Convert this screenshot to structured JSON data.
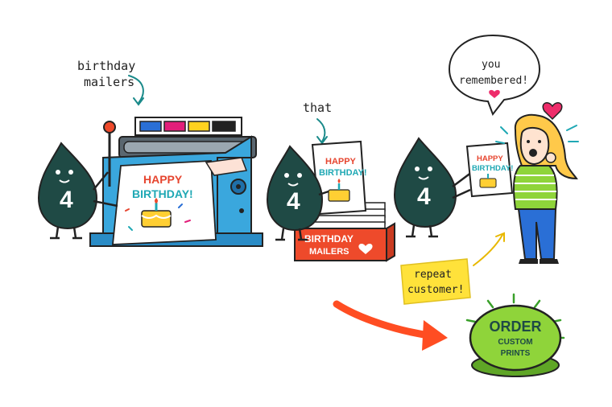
{
  "annotations": {
    "birthday_mailers_line1": "birthday",
    "birthday_mailers_line2": "mailers",
    "that": "that"
  },
  "mascot": {
    "number": "4"
  },
  "printer_card": {
    "line1": "HAPPY",
    "line2": "BIRTHDAY!"
  },
  "held_card": {
    "line1": "HAPPY",
    "line2": "BIRTHDAY!"
  },
  "customer_card": {
    "line1": "HAPPY",
    "line2": "BIRTHDAY!"
  },
  "mailer_box": {
    "line1": "BIRTHDAY",
    "line2": "MAILERS"
  },
  "speech_bubble": {
    "line1": "you",
    "line2": "remembered!"
  },
  "repeat_tag": {
    "line1": "repeat",
    "line2": "customer!"
  },
  "order_button": {
    "line1": "ORDER",
    "line2": "CUSTOM",
    "line3": "PRINTS"
  },
  "colors": {
    "mascot": "#1f4a45",
    "printer_blue": "#3aa7dd",
    "box_red": "#ee4a2b",
    "arrow_orange": "#ff4d22",
    "button_green": "#8fd43a",
    "tag_yellow": "#ffe23a",
    "card_red": "#e6452f",
    "card_teal": "#1fa8b4",
    "cake_yellow": "#ffcf33",
    "heart_pink": "#ee2c6a"
  }
}
